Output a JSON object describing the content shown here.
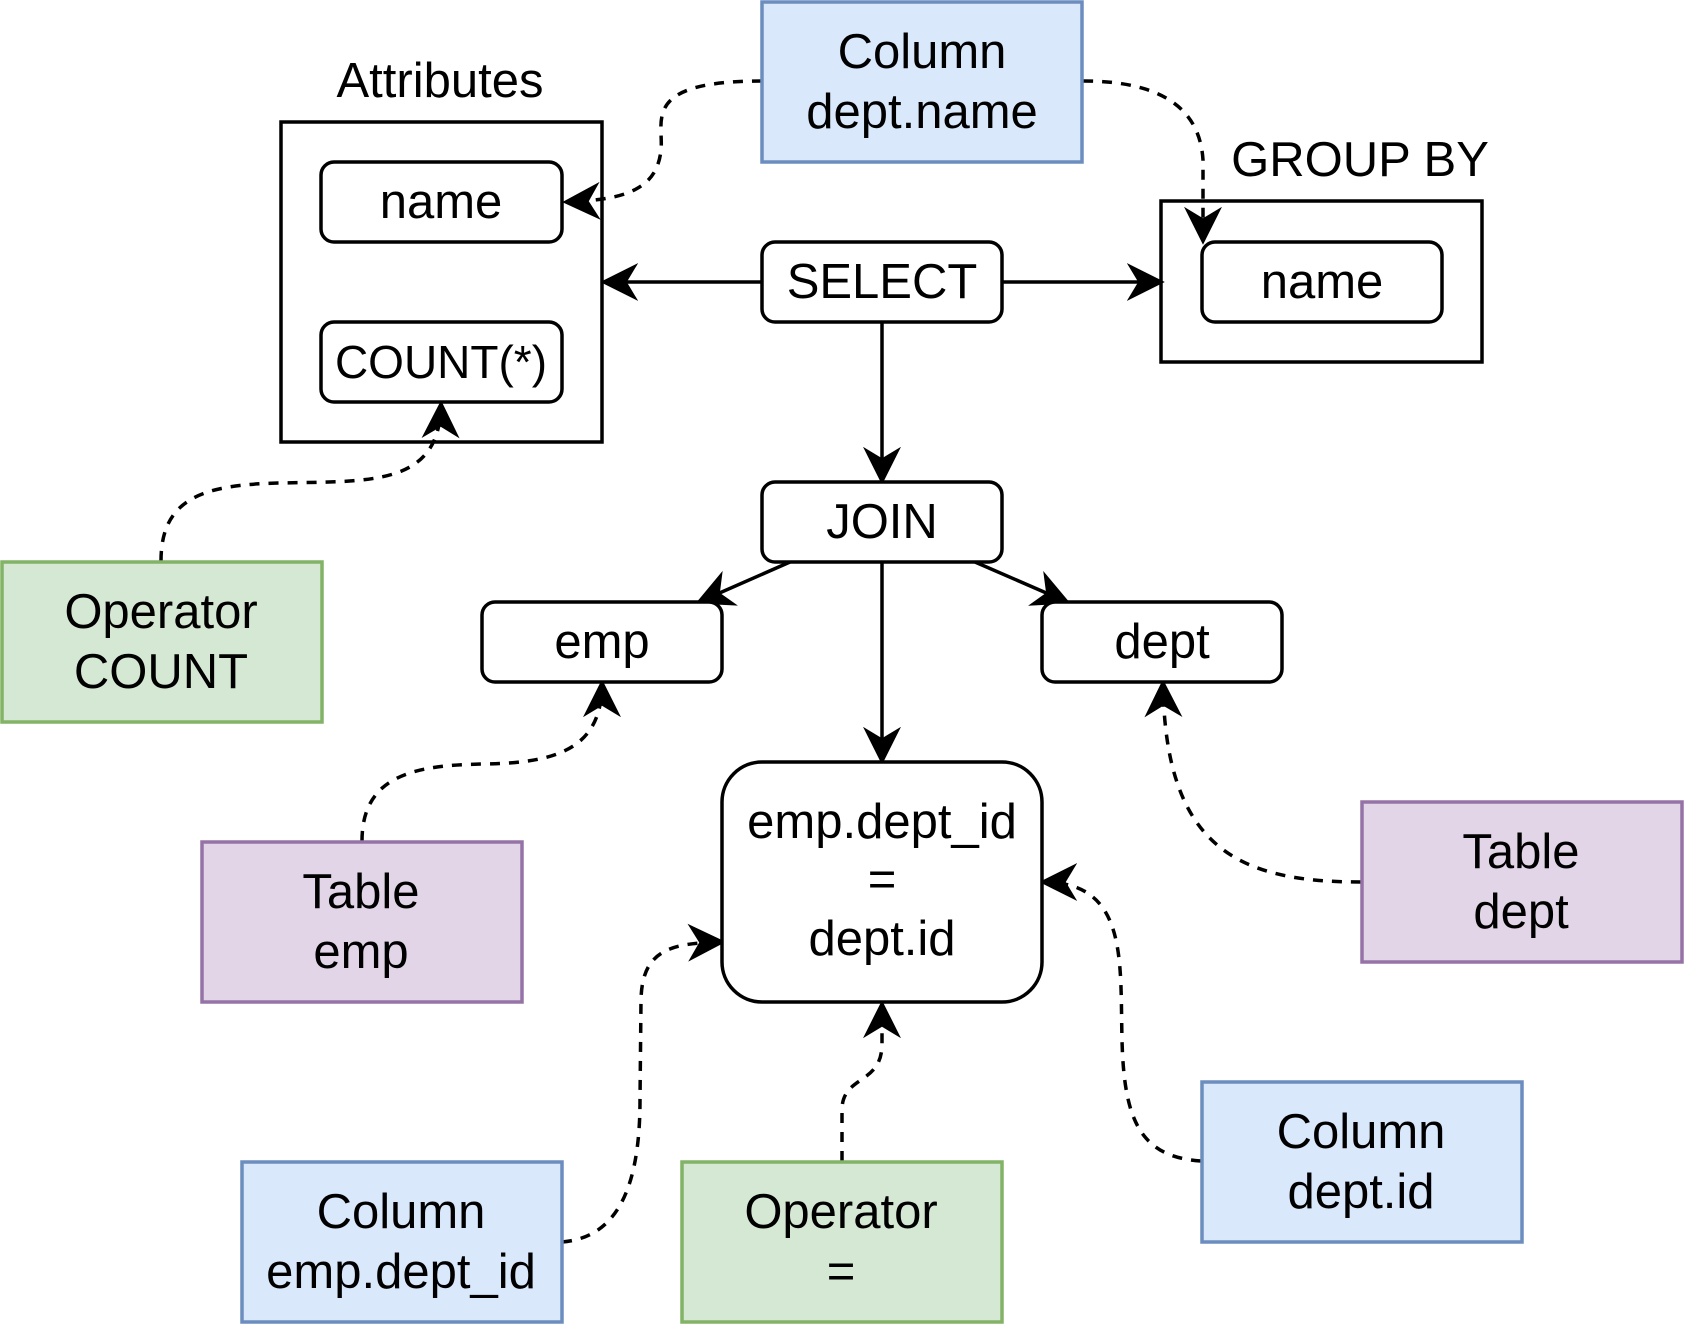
{
  "colors": {
    "column_fill": "#dae8fc",
    "column_stroke": "#6c8ebf",
    "operator_fill": "#d5e8d4",
    "operator_stroke": "#82b366",
    "table_fill": "#e1d5e7",
    "table_stroke": "#9673a6"
  },
  "containers": {
    "attributes_title": "Attributes",
    "group_by_title": "GROUP BY"
  },
  "nodes": {
    "attr_name": "name",
    "attr_count": "COUNT(*)",
    "select": "SELECT",
    "group_name": "name",
    "join": "JOIN",
    "emp": "emp",
    "dept": "dept",
    "condition": {
      "line1": "emp.dept_id",
      "line2": "=",
      "line3": "dept.id"
    }
  },
  "annotations": {
    "col_dept_name": {
      "line1": "Column",
      "line2": "dept.name"
    },
    "op_count": {
      "line1": "Operator",
      "line2": "COUNT"
    },
    "table_emp": {
      "line1": "Table",
      "line2": "emp"
    },
    "table_dept": {
      "line1": "Table",
      "line2": "dept"
    },
    "col_emp_dept_id": {
      "line1": "Column",
      "line2": "emp.dept_id"
    },
    "op_eq": {
      "line1": "Operator",
      "line2": "="
    },
    "col_dept_id": {
      "line1": "Column",
      "line2": "dept.id"
    }
  }
}
